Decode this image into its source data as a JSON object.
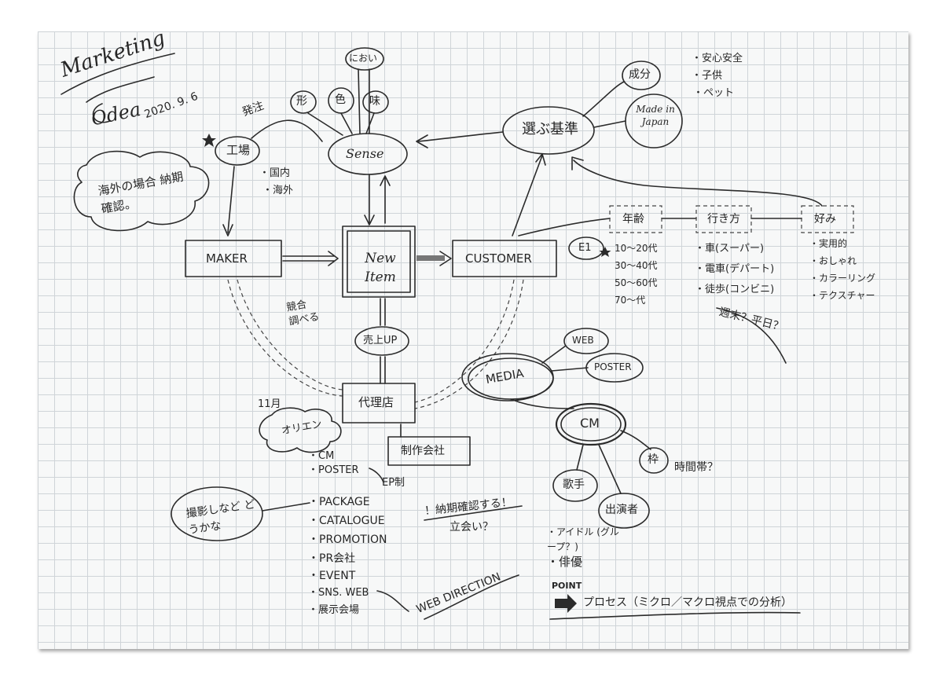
{
  "header": {
    "title": "Marketing",
    "subtitle": "Odea",
    "date": "2020. 9. 6"
  },
  "center": {
    "label": "New Item"
  },
  "nodes": {
    "maker": "MAKER",
    "customer": "CUSTOMER",
    "factory": "工場",
    "factory_note": "発注",
    "factory_list": [
      "・国内",
      "・海外"
    ],
    "overseas_note": "海外の場合 納期確認。",
    "sense": "Sense",
    "sense_items": [
      "形",
      "色",
      "味",
      "におい"
    ],
    "criteria": "選ぶ基準",
    "criteria_items": [
      "成分",
      "Made in Japan"
    ],
    "criteria_notes": [
      "・安心安全",
      "・子供",
      "・ペット"
    ],
    "age": "年齢",
    "age_list": [
      "10〜20代",
      "30〜40代",
      "50〜60代",
      "70〜代"
    ],
    "ei": "E1",
    "transport": "行き方",
    "transport_list": [
      "・車(スーパー)",
      "・電車(デパート)",
      "・徒歩(コンビニ)"
    ],
    "weekly": "週末？平日？",
    "preference": "好み",
    "preference_list": [
      "・実用的",
      "・おしゃれ",
      "・カラーリング",
      "・テクスチャー"
    ],
    "compete": "競合 調べる",
    "sales_up": "売上UP",
    "agency": "代理店",
    "november": "11月",
    "orient": "オリエン",
    "production": "制作会社",
    "production_list": [
      "・CM",
      "・POSTER",
      "・PACKAGE",
      "・CATALOGUE",
      "・PROMOTION",
      "・PR会社",
      "・EVENT",
      "・SNS. WEB",
      "・展示会場"
    ],
    "ep": "EP制",
    "shoot": "撮影しなど どうかな",
    "deadline_note": "！納期確認する！",
    "attend": "立会い？",
    "web_direction": "WEB DIRECTION",
    "media": "MEDIA",
    "media_items": [
      "WEB",
      "POSTER"
    ],
    "cm": "CM",
    "cm_items": [
      "歌手",
      "出演者",
      "枠"
    ],
    "timeslot": "時間帯？",
    "cm_cast": [
      "・アイドル (グループ？)",
      "・俳優"
    ],
    "point_label": "POINT",
    "point_text": "プロセス（ミクロ／マクロ視点での分析）"
  },
  "colors": {
    "ink": "#2b2b2b",
    "grid": "#cfd4d8",
    "paper": "#f7f8f8"
  }
}
